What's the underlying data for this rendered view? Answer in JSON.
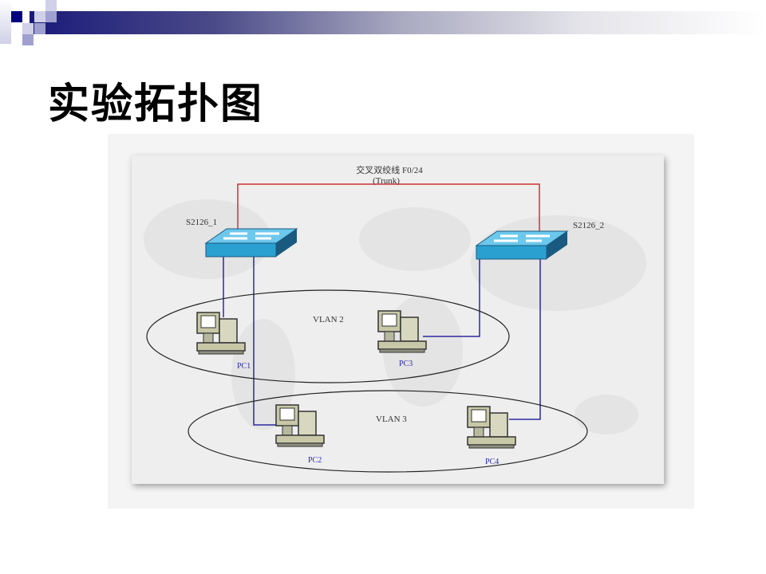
{
  "slide_title": "实验拓扑图",
  "diagram": {
    "trunk_label": "交叉双绞线 F0/24",
    "trunk_sub": "(Trunk)",
    "switch1": "S2126_1",
    "switch2": "S2126_2",
    "vlan2": "VLAN 2",
    "vlan3": "VLAN 3",
    "pc1": "PC1",
    "pc2": "PC2",
    "pc3": "PC3",
    "pc4": "PC4",
    "colors": {
      "trunk": "#d03030",
      "access": "#2a2aa0",
      "switch": "#2aa0d0"
    }
  }
}
